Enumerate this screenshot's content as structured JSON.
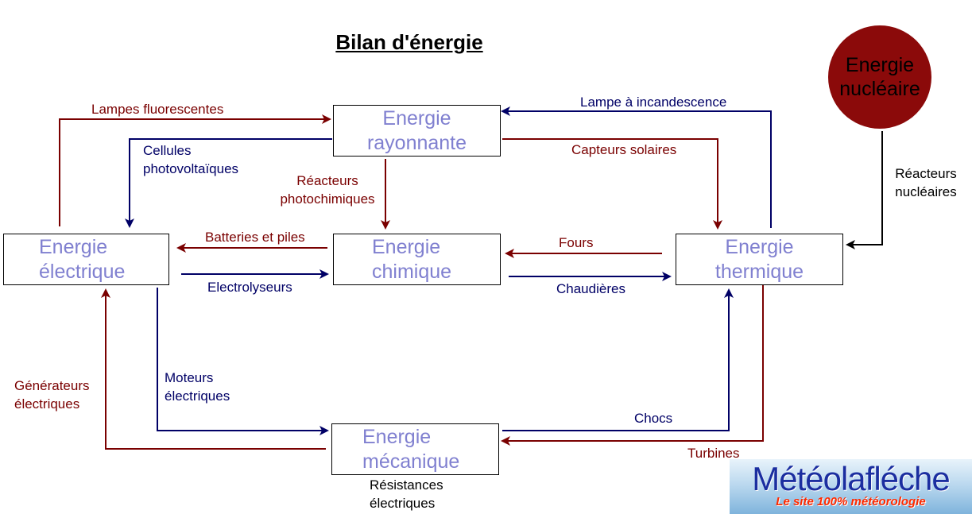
{
  "title": "Bilan d'énergie",
  "nodes": {
    "rayonnante": [
      "Energie",
      "rayonnante"
    ],
    "electrique": [
      "Energie",
      "électrique"
    ],
    "chimique": [
      "Energie",
      "chimique"
    ],
    "thermique": [
      "Energie",
      "thermique"
    ],
    "mecanique": [
      "Energie",
      "mécanique"
    ],
    "nucleaire": [
      "Energie",
      "nucléaire"
    ]
  },
  "labels": {
    "lampes_fluorescentes": "Lampes fluorescentes",
    "cellules_photovoltaiques": [
      "Cellules",
      "photovoltaïques"
    ],
    "lampe_incandescence": "Lampe à incandescence",
    "capteurs_solaires": "Capteurs solaires",
    "reacteurs_photochimiques": [
      "Réacteurs",
      "photochimiques"
    ],
    "reacteurs_nucleaires": [
      "Réacteurs",
      "nucléaires"
    ],
    "batteries_piles": "Batteries et piles",
    "electrolyseurs": "Electrolyseurs",
    "fours": "Fours",
    "chaudieres": "Chaudières",
    "generateurs_electriques": [
      "Générateurs",
      "électriques"
    ],
    "moteurs_electriques": [
      "Moteurs",
      "électriques"
    ],
    "chocs": "Chocs",
    "turbines": "Turbines",
    "resistances_electriques": [
      "Résistances",
      "électriques"
    ]
  },
  "logo": {
    "name": "Météolafléche",
    "tagline": "Le site 100% météorologie"
  },
  "colors": {
    "red_arrow": "#7a0000",
    "blue_arrow": "#000066",
    "node_text": "#8080d0",
    "nuclear_fill": "#8b0a0a"
  }
}
